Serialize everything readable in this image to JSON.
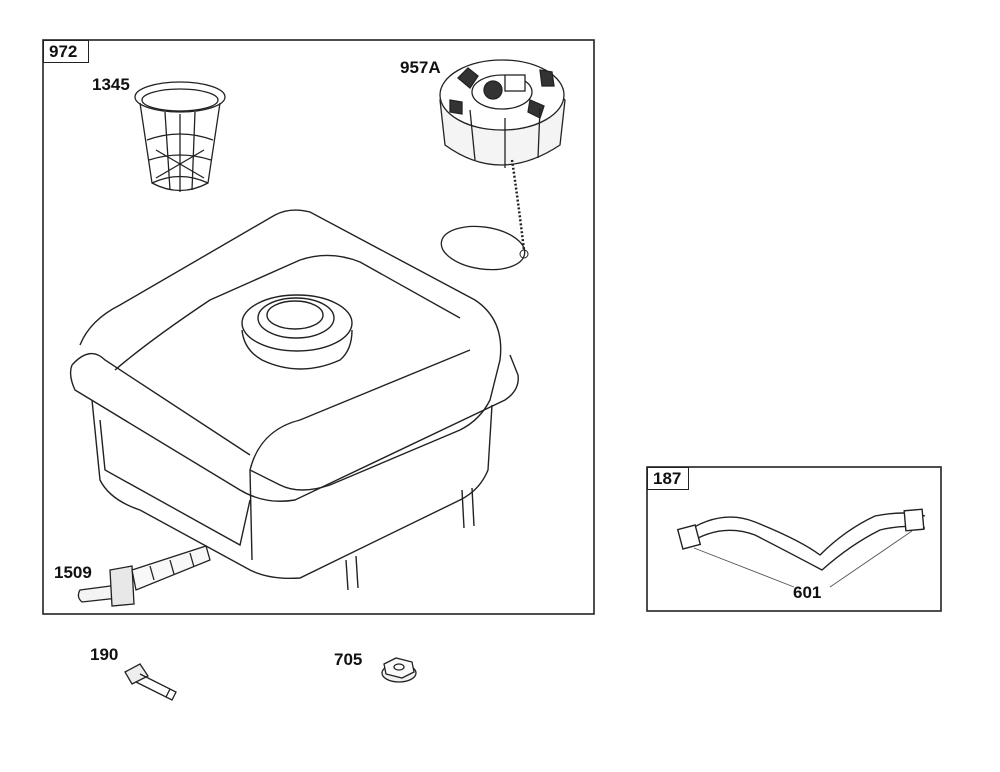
{
  "assemblies": [
    {
      "id": "972",
      "label": "972"
    },
    {
      "id": "187",
      "label": "187"
    }
  ],
  "parts": [
    {
      "id": "1345",
      "label": "1345",
      "description_icon": "fuel-filter-screen"
    },
    {
      "id": "957A",
      "label": "957A",
      "description_icon": "fuel-cap"
    },
    {
      "id": "1509",
      "label": "1509",
      "description_icon": "fuel-shutoff-valve"
    },
    {
      "id": "190",
      "label": "190",
      "description_icon": "bolt"
    },
    {
      "id": "705",
      "label": "705",
      "description_icon": "nut"
    },
    {
      "id": "601",
      "label": "601",
      "description_icon": "hose-clamp"
    }
  ],
  "colors": {
    "line": "#222222",
    "background": "#ffffff"
  }
}
